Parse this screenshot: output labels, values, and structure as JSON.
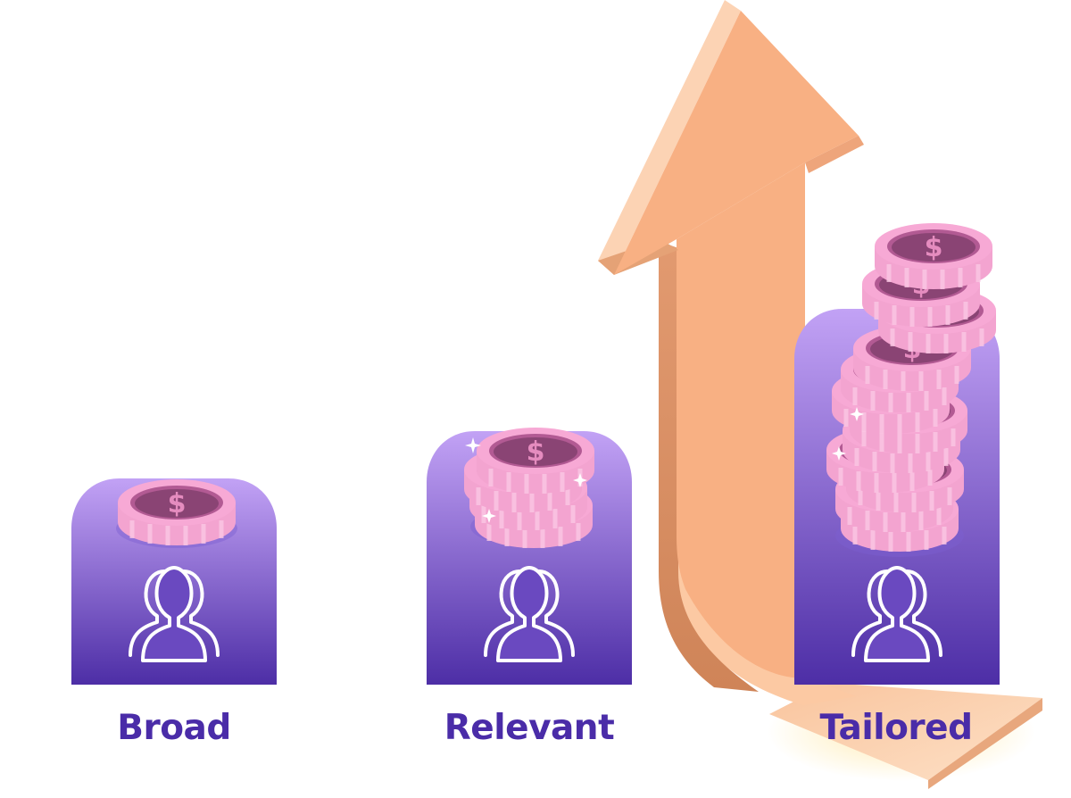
{
  "tiers": [
    {
      "id": "broad",
      "label": "Broad",
      "coins": 1
    },
    {
      "id": "relevant",
      "label": "Relevant",
      "coins": 4
    },
    {
      "id": "tailored",
      "label": "Tailored",
      "coins": 12
    }
  ],
  "icons": {
    "coin": "dollar-coin-icon",
    "audience": "user-group-icon",
    "arrow": "growth-arrow-icon"
  },
  "colors": {
    "label_text": "#4a2ca8",
    "pedestal_top": "#c2a2f5",
    "pedestal_bottom": "#4d2ea6",
    "coin_face": "#f7a9d5",
    "coin_edge": "#f09ccc",
    "coin_center": "#8a4474",
    "arrow_front": "#f8b083",
    "arrow_light": "#fcd3b4",
    "arrow_side": "#d98e62"
  }
}
